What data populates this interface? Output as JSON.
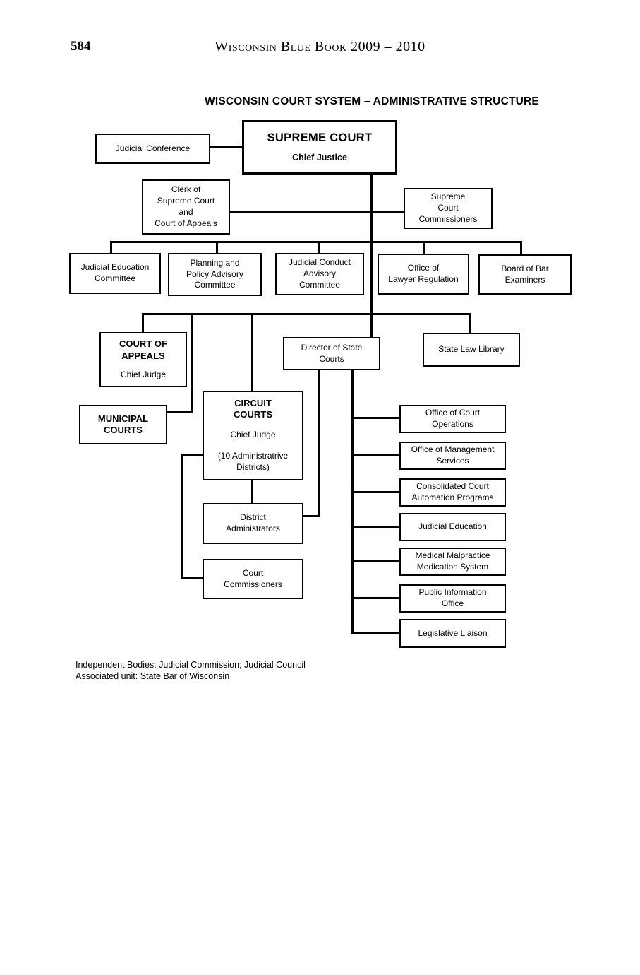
{
  "page": {
    "page_number": "584",
    "book_title": "Wisconsin Blue Book 2009 – 2010",
    "diagram_title": "WISCONSIN COURT SYSTEM – ADMINISTRATIVE STRUCTURE",
    "footnote_line1": "Independent Bodies: Judicial Commission; Judicial Council",
    "footnote_line2": "Associated unit: State Bar of Wisconsin"
  },
  "org": {
    "judicial_conference": "Judicial Conference",
    "supreme_court_title": "SUPREME COURT",
    "supreme_court_subtitle": "Chief Justice",
    "clerk": "Clerk of\nSupreme Court\nand\nCourt of Appeals",
    "supreme_court_commissioners": "Supreme\nCourt\nCommissioners",
    "judicial_education_committee": "Judicial Education\nCommittee",
    "planning_policy_advisory_committee": "Planning and\nPolicy Advisory\nCommittee",
    "judicial_conduct_advisory_committee": "Judicial Conduct\nAdvisory\nCommittee",
    "office_of_lawyer_regulation": "Office of\nLawyer Regulation",
    "board_of_bar_examiners": "Board of Bar\nExaminers",
    "court_of_appeals_title": "COURT OF\nAPPEALS",
    "court_of_appeals_subtitle": "Chief Judge",
    "director_of_state_courts": "Director of State\nCourts",
    "state_law_library": "State Law Library",
    "municipal_courts": "MUNICIPAL\nCOURTS",
    "circuit_courts_title": "CIRCUIT\nCOURTS",
    "circuit_courts_subtitle": "Chief Judge",
    "circuit_courts_note": "(10 Administratrive\nDistricts)",
    "district_administrators": "District\nAdministrators",
    "court_commissioners": "Court\nCommissioners",
    "offices": [
      "Office of Court\nOperations",
      "Office of Management\nServices",
      "Consolidated Court\nAutomation Programs",
      "Judicial Education",
      "Medical Malpractice\nMedication System",
      "Public Information\nOffice",
      "Legislative Liaison"
    ]
  }
}
